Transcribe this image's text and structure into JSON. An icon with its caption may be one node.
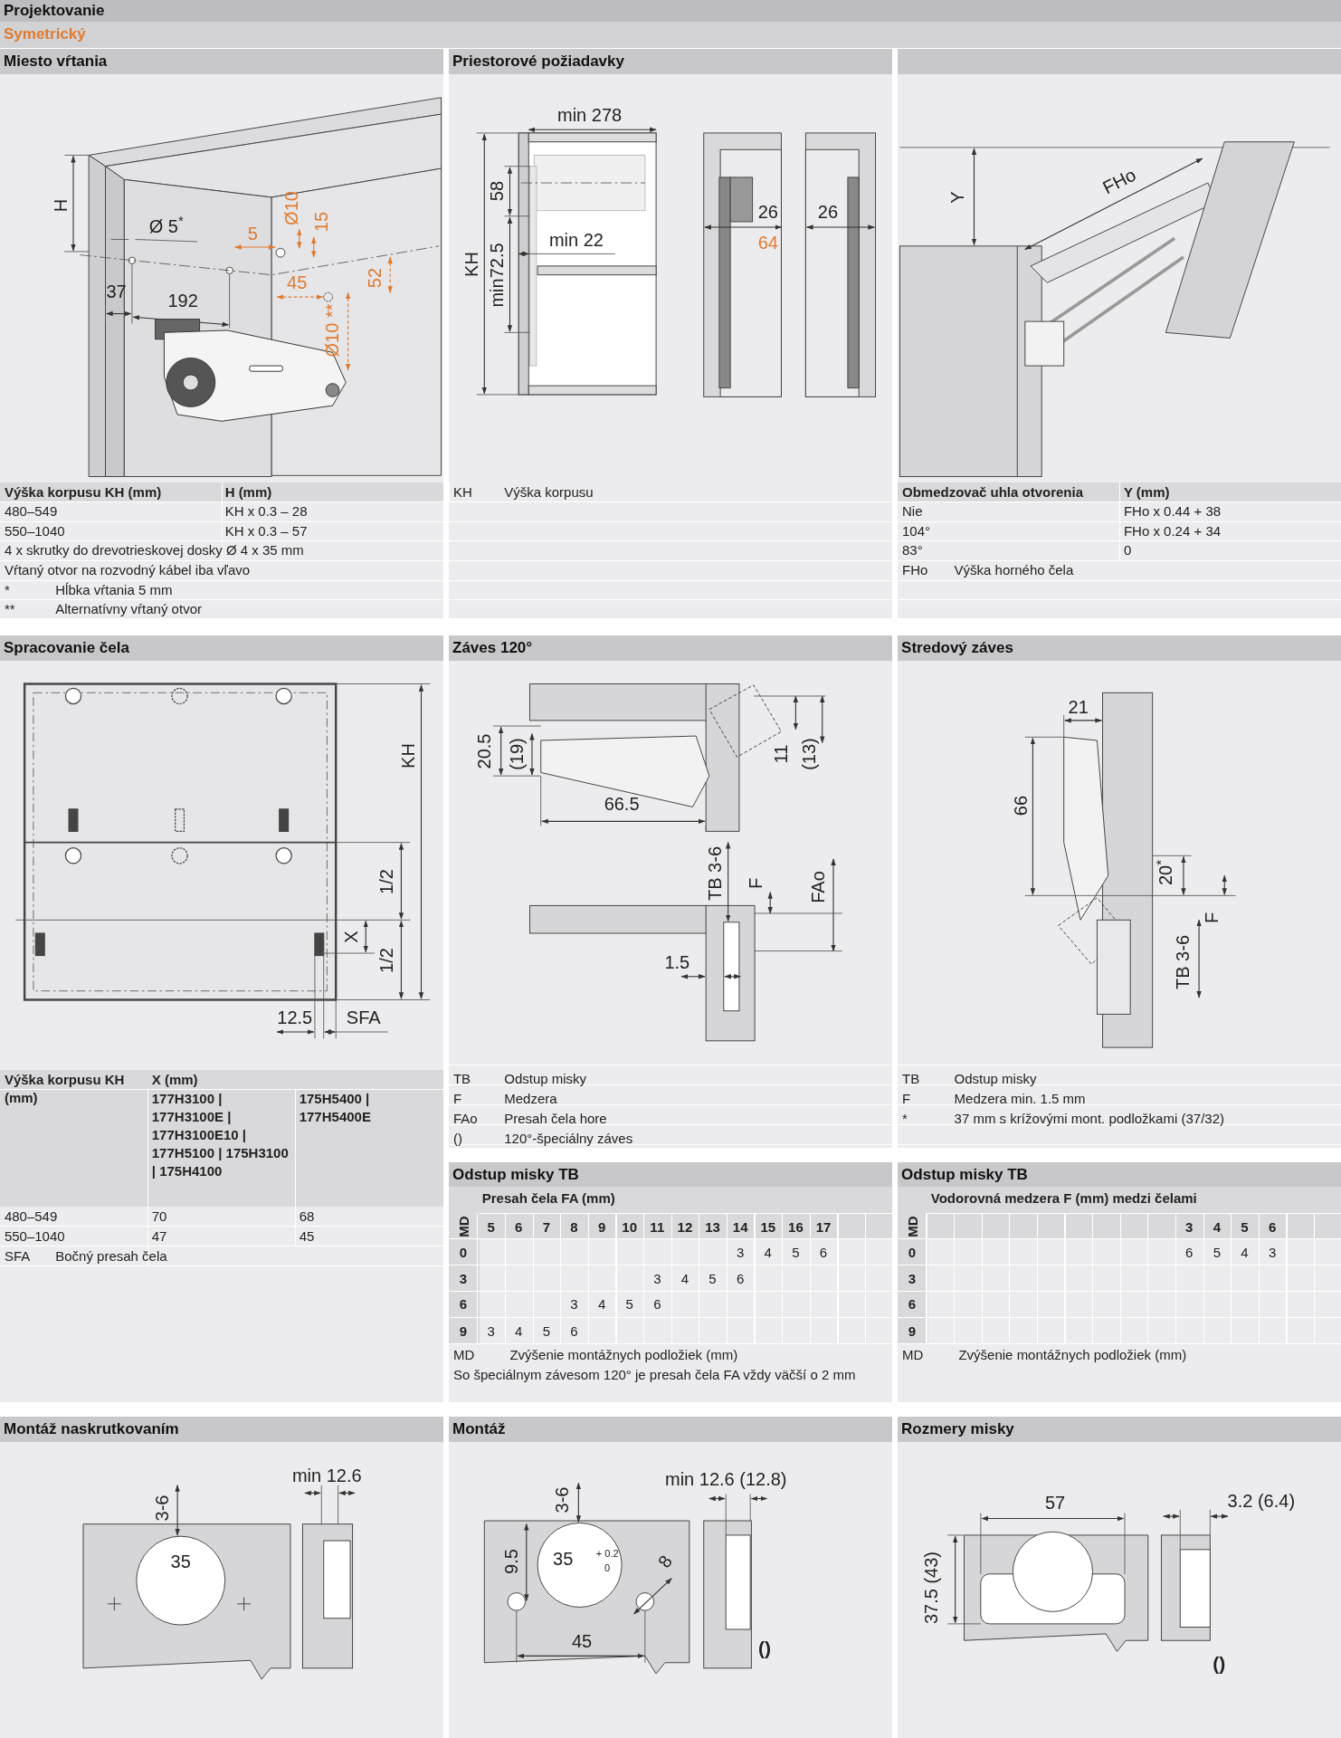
{
  "diagram": {
    "nodes": [
      {
        "text": [
          "Projektovanie"
        ]
      },
      {
        "text": [
          "Symetrický"
        ]
      },
      {
        "text": [
          "Miesto vŕtania"
        ]
      },
      {
        "text": [
          "Priestorové požiadavky"
        ]
      },
      {
        "text": [
          "Spracovanie čela"
        ]
      },
      {
        "text": [
          "Záves 120°"
        ]
      },
      {
        "text": [
          "Stredový záves"
        ]
      },
      {
        "text": [
          "Odstup misky TB"
        ]
      },
      {
        "text": [
          "Odstup misky TB"
        ]
      },
      {
        "text": [
          "Montáž naskrutkovaním"
        ]
      },
      {
        "text": [
          "Montáž"
        ]
      },
      {
        "text": [
          "Rozmery misky"
        ]
      }
    ],
    "labels": [
      "H",
      "Ø 5$^{*}$",
      "Ø10",
      "15",
      "5",
      "45",
      "52",
      "37",
      "192",
      "Ø10 **",
      "Výška korpusu KH (mm)",
      "H (mm)",
      "480–549",
      "KH x 0.3 – 28",
      "550–1040",
      "KH x 0.3 – 57",
      "4 x skrutky do drevotrieskovej dosky Ø 4 x 35 mm",
      "Vŕtaný otvor na rozvodný kábel iba vľavo",
      "*",
      "Hĺbka vŕtania 5 mm",
      "**",
      "Alternatívny vŕtaný otvor",
      "min 278",
      "58",
      "KH",
      "min72.5",
      "min 22",
      "26",
      "64",
      "26",
      "KH",
      "Výška korpusu",
      "Y",
      "FHo",
      "Obmedzovač uhla otvorenia",
      "Y (mm)",
      "Nie",
      "FHo x 0.44 + 38",
      "104°",
      "FHo x 0.24 + 34",
      "83°",
      "0",
      "FHo",
      "Výška horného čela",
      "KH",
      "1/2",
      "X",
      "1/2",
      "12.5",
      "SFA",
      "Výška korpusu KH (mm)",
      "X (mm)",
      "177H3100 | 177H3100E | 177H3100E10 | 177H5100 | 175H3100 | 175H4100",
      "175H5400 | 177H5400E",
      "480–549",
      "70",
      "68",
      "550–1040",
      "47",
      "45",
      "SFA",
      "Bočný presah čela",
      "20.5",
      "(19)",
      "11",
      "(13)",
      "66.5",
      "TB 3-6",
      "F",
      "FAo",
      "1.5",
      "TB",
      "Odstup misky",
      "F",
      "Medzera",
      "FAo",
      "Presah čela hore",
      "()",
      "120°-špeciálny záves",
      "21",
      "66",
      "20$^{*}$",
      "F",
      "TB 3-6",
      "TB",
      "Odstup misky",
      "F",
      "Medzera min. 1.5 mm",
      "*",
      "37 mm s krížovými mont. podložkami (37/32)",
      "MD",
      "Presah čela FA (mm)",
      "5",
      "6",
      "7",
      "8",
      "9",
      "10",
      "11",
      "12",
      "13",
      "14",
      "15",
      "16",
      "17",
      "0",
      "3",
      "4",
      "5",
      "6",
      "3",
      "3",
      "4",
      "5",
      "6",
      "6",
      "3",
      "4",
      "5",
      "6",
      "9",
      "3",
      "4",
      "5",
      "6",
      "MD",
      "Zvýšenie montážnych podložiek (mm)",
      "So špeciálnym závesom 120° je presah čela FA vždy väčší o 2 mm",
      "MD",
      "Vodorovná medzera F (mm) medzi čelami",
      "3",
      "4",
      "5",
      "6",
      "0",
      "6",
      "5",
      "4",
      "3",
      "3",
      "6",
      "9",
      "MD",
      "Zvýšenie montážnych podložiek (mm)",
      "3-6",
      "min 12.6",
      "35",
      "3-6",
      "min 12.6 (12.8)",
      "9.5",
      "35",
      "+ 0.2",
      "0",
      "8",
      "45",
      "()",
      "57",
      "3.2 (6.4)",
      "37.5 (43)",
      "()"
    ]
  }
}
